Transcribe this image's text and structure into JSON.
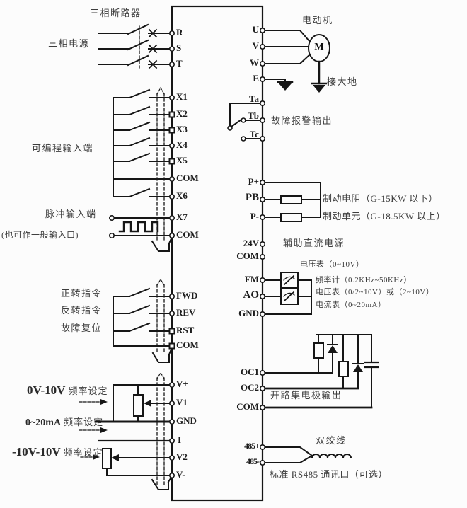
{
  "terminals": {
    "left": [
      "R",
      "S",
      "T",
      "X1",
      "X2",
      "X3",
      "X4",
      "X5",
      "COM",
      "X6",
      "X7",
      "COM",
      "FWD",
      "REV",
      "RST",
      "COM",
      "V+",
      "V1",
      "GND",
      "I",
      "V2",
      "V-"
    ],
    "right": [
      "U",
      "V",
      "W",
      "E",
      "Ta",
      "Tb",
      "Tc",
      "P+",
      "PB",
      "P-",
      "24V",
      "COM",
      "FM",
      "AO",
      "GND",
      "OC1",
      "OC2",
      "COM",
      "485+",
      "485-"
    ]
  },
  "left_labels": {
    "breaker": "三相断路器",
    "power": "三相电源",
    "programmable": "可编程输入端",
    "pulse": "脉冲输入端",
    "pulse_note": "(也可作一般输入口)",
    "forward": "正转指令",
    "reverse": "反转指令",
    "fault_reset": "故障复位",
    "set_v010": "0V-10V",
    "set_v010_suffix": "频率设定",
    "set_ma020": "0~20mA",
    "set_ma020_suffix": "频率设定",
    "set_v1010": "-10V-10V",
    "set_v1010_suffix": "频率设定"
  },
  "right_labels": {
    "motor": "电动机",
    "motor_symbol": "M",
    "earth": "接大地",
    "fault_output": "故障报警输出",
    "brake_resistor": "制动电阻（G-15KW 以下）",
    "brake_unit": "制动单元（G-18.5KW 以上）",
    "aux_dc": "辅助直流电源",
    "voltmeter1": "电压表（0~10V）",
    "freq_meter": "频率计（0.2KHz~50KHz）",
    "voltmeter2": "电压表（0/2~10V）或（2~10V）",
    "ammeter": "电流表（0~20mA）",
    "open_collector": "开路集电极输出",
    "twisted_pair": "双绞线",
    "rs485_port": "标准 RS485 通讯口（可选）"
  }
}
